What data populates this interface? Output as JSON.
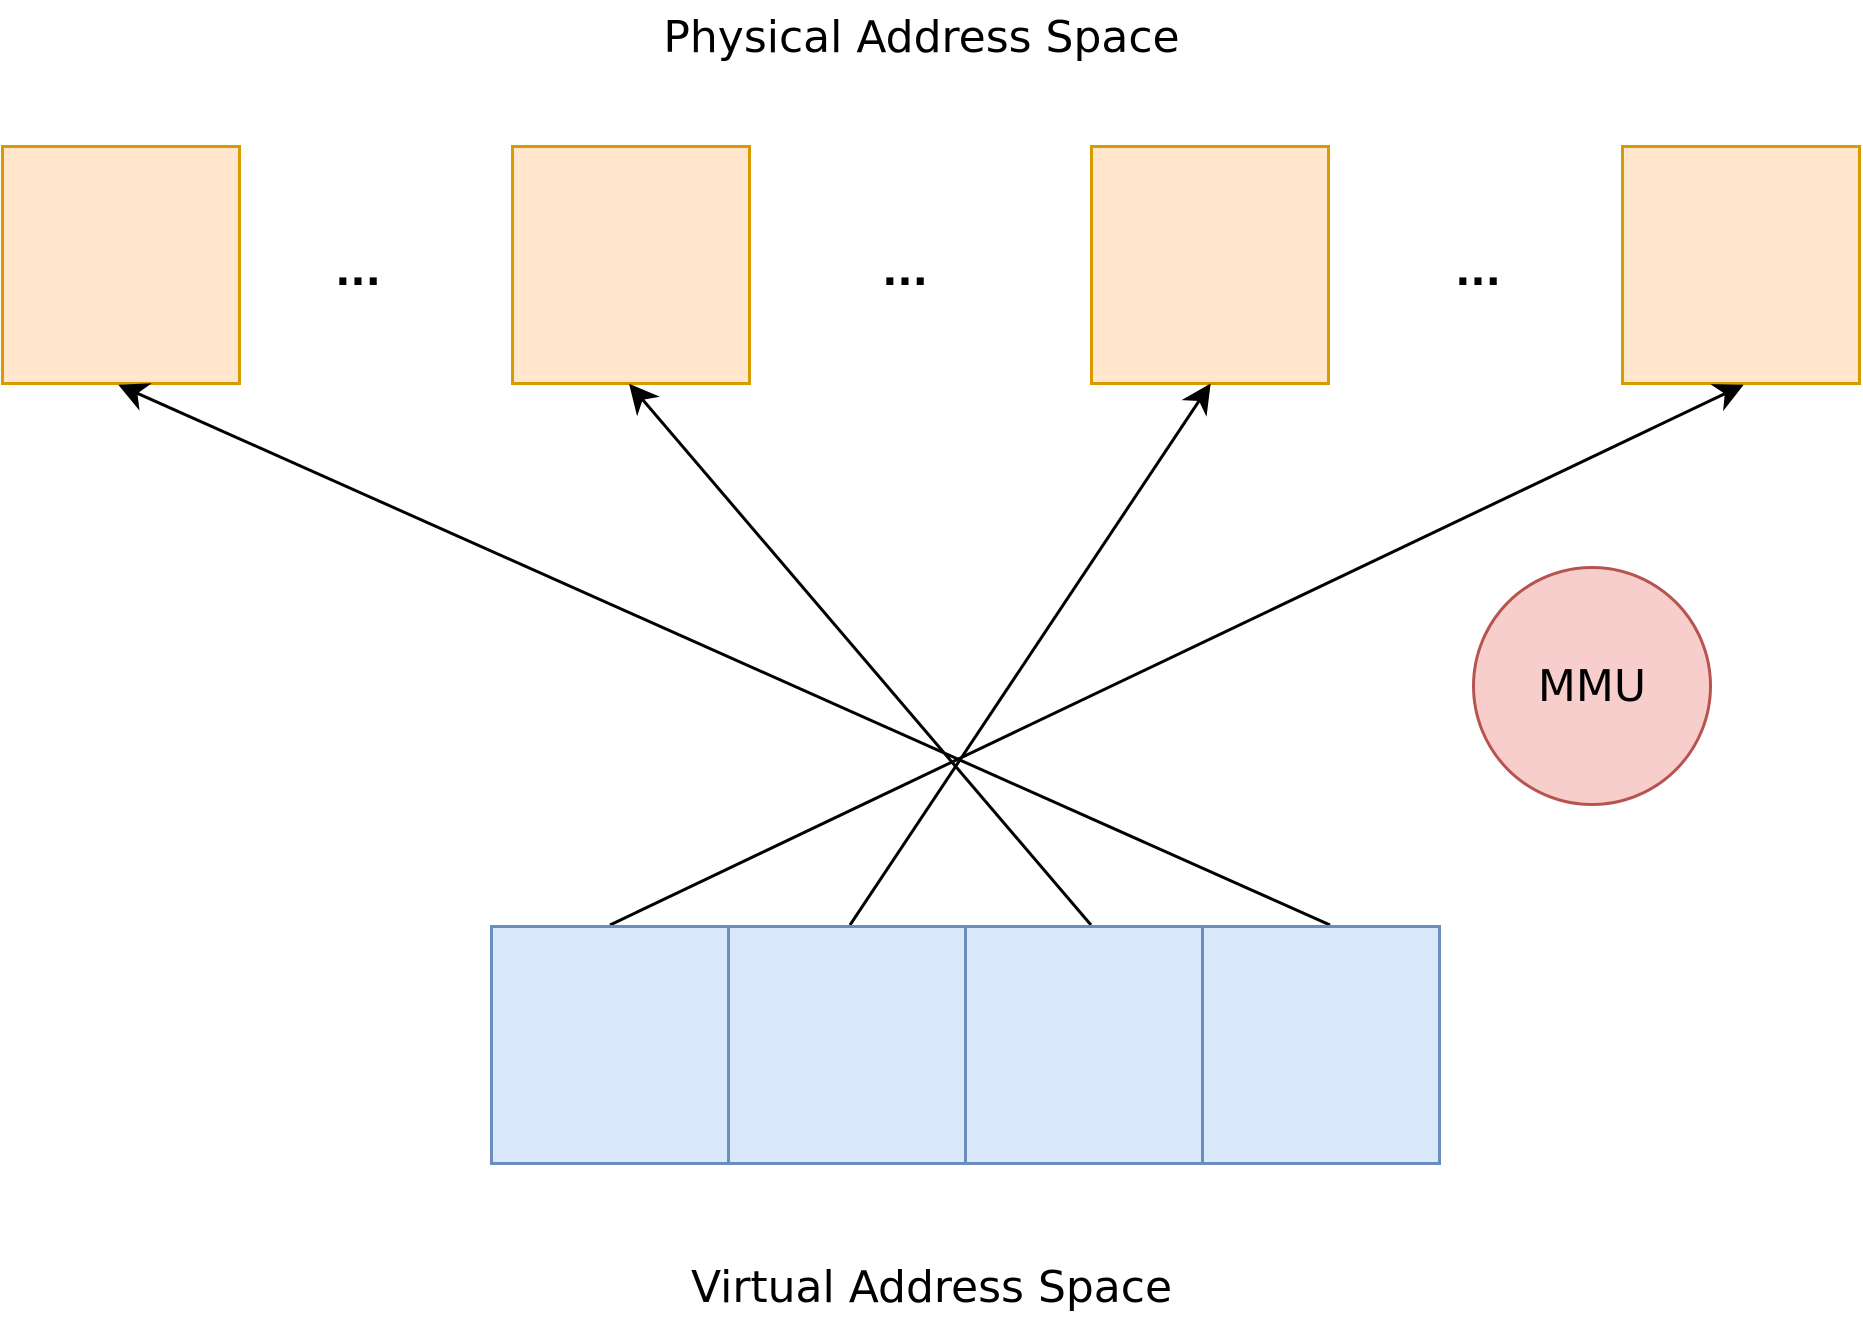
{
  "physical_title": "Physical Address Space",
  "virtual_title": "Virtual Address Space",
  "mmu_label": "MMU",
  "ellipses": [
    "...",
    "...",
    "..."
  ],
  "colors": {
    "physical_fill": "#ffe6cc",
    "physical_stroke": "#d79b00",
    "virtual_fill": "#dae8fc",
    "virtual_stroke": "#6c8ebf",
    "mmu_fill": "#f8cecc",
    "mmu_stroke": "#b85450"
  },
  "mappings": [
    {
      "virtual_page": 1,
      "physical_block": 4
    },
    {
      "virtual_page": 2,
      "physical_block": 3
    },
    {
      "virtual_page": 3,
      "physical_block": 2
    },
    {
      "virtual_page": 4,
      "physical_block": 1
    }
  ]
}
